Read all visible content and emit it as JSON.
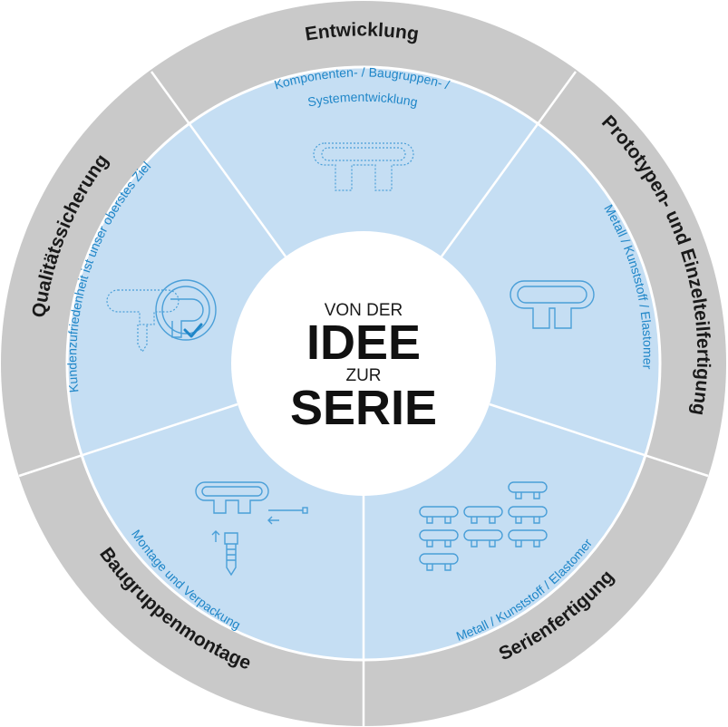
{
  "colors": {
    "outer_ring": "#c9c9c9",
    "inner_fill": "#c5def3",
    "divider": "#ffffff",
    "subtitle": "#1f86c8",
    "icon": "#4a9fd8",
    "title": "#1a1a1a",
    "center": "#ffffff"
  },
  "center": {
    "line1": "VON DER",
    "line2": "IDEE",
    "line3": "ZUR",
    "line4": "SERIE"
  },
  "segments": [
    {
      "id": "entwicklung",
      "title": "Entwicklung",
      "subtitle_lines": [
        "Komponenten- / Baugruppen- /",
        "Systementwicklung"
      ],
      "icon": "dashed-part-outline-icon"
    },
    {
      "id": "prototypen",
      "title": "Prototypen- und Einzelteilfertigung",
      "subtitle_lines": [
        "Metall / Kunststoff / Elastomer"
      ],
      "icon": "part-outline-icon"
    },
    {
      "id": "serienfertigung",
      "title": "Serienfertigung",
      "subtitle_lines": [
        "Metall / Kunststoff / Elastomer"
      ],
      "icon": "many-parts-icon"
    },
    {
      "id": "baugruppenmontage",
      "title": "Baugruppenmontage",
      "subtitle_lines": [
        "Montage und Verpackung"
      ],
      "icon": "assembly-screw-icon"
    },
    {
      "id": "qualitaetssicherung",
      "title": "Qualitätssicherung",
      "subtitle_lines": [
        "Kundenzufriedenheit ist unser oberstes Ziel"
      ],
      "icon": "magnifier-check-icon"
    }
  ]
}
